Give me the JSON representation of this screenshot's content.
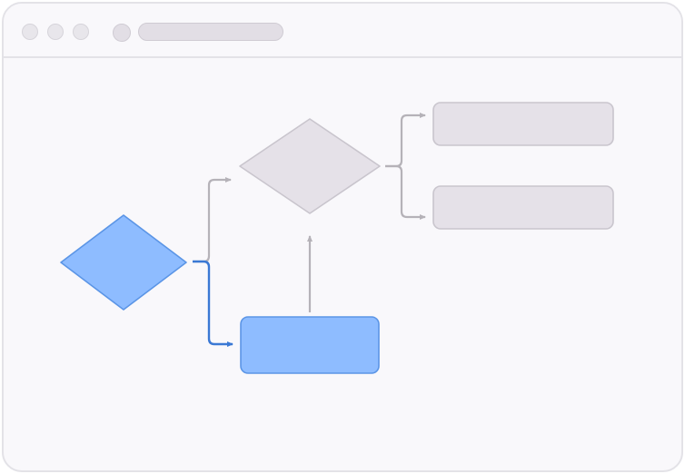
{
  "window": {
    "controls": [
      "close-dot",
      "minimize-dot",
      "maximize-dot"
    ]
  },
  "colors": {
    "frame": "#e3e2e7",
    "background": "#f9f8fb",
    "neutral_fill": "#e5e1e8",
    "neutral_stroke": "#c9c5cd",
    "neutral_connector": "#b5b2b8",
    "accent_fill": "#8ebcff",
    "accent_stroke": "#5b95e6",
    "accent_connector": "#3a78d4"
  },
  "diagram": {
    "nodes": [
      {
        "id": "decision-start",
        "shape": "diamond",
        "highlighted": true,
        "label": ""
      },
      {
        "id": "process-active",
        "shape": "rectangle",
        "highlighted": true,
        "label": ""
      },
      {
        "id": "decision-middle",
        "shape": "diamond",
        "highlighted": false,
        "label": ""
      },
      {
        "id": "process-top",
        "shape": "rectangle",
        "highlighted": false,
        "label": ""
      },
      {
        "id": "process-bottom",
        "shape": "rectangle",
        "highlighted": false,
        "label": ""
      }
    ],
    "edges": [
      {
        "from": "decision-start",
        "to": "decision-middle",
        "highlighted": false
      },
      {
        "from": "decision-start",
        "to": "process-active",
        "highlighted": true
      },
      {
        "from": "process-active",
        "to": "decision-middle",
        "highlighted": false
      },
      {
        "from": "decision-middle",
        "to": "process-top",
        "highlighted": false
      },
      {
        "from": "decision-middle",
        "to": "process-bottom",
        "highlighted": false
      }
    ]
  }
}
